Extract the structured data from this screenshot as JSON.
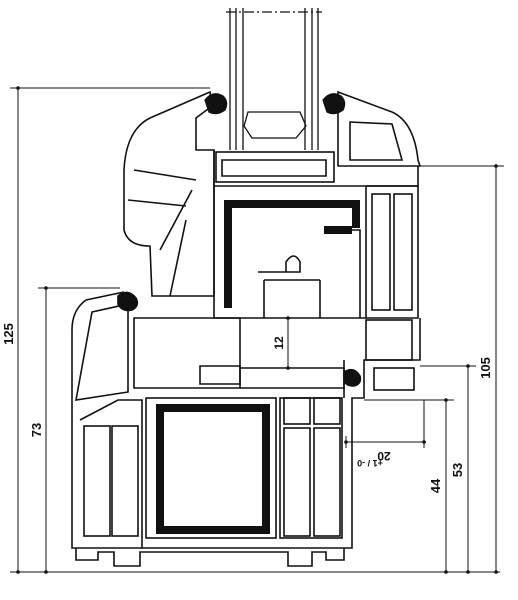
{
  "drawing": {
    "type": "window frame and sash cross-section with dimensions",
    "colors": {
      "line": "#111111",
      "fill": "#ffffff",
      "steel": "#111111"
    }
  },
  "dimensions": {
    "d125": "125",
    "d73": "73",
    "d12": "12",
    "d105": "105",
    "d53": "53",
    "d44": "44",
    "d20": "20",
    "tol": "+1 / -0"
  }
}
